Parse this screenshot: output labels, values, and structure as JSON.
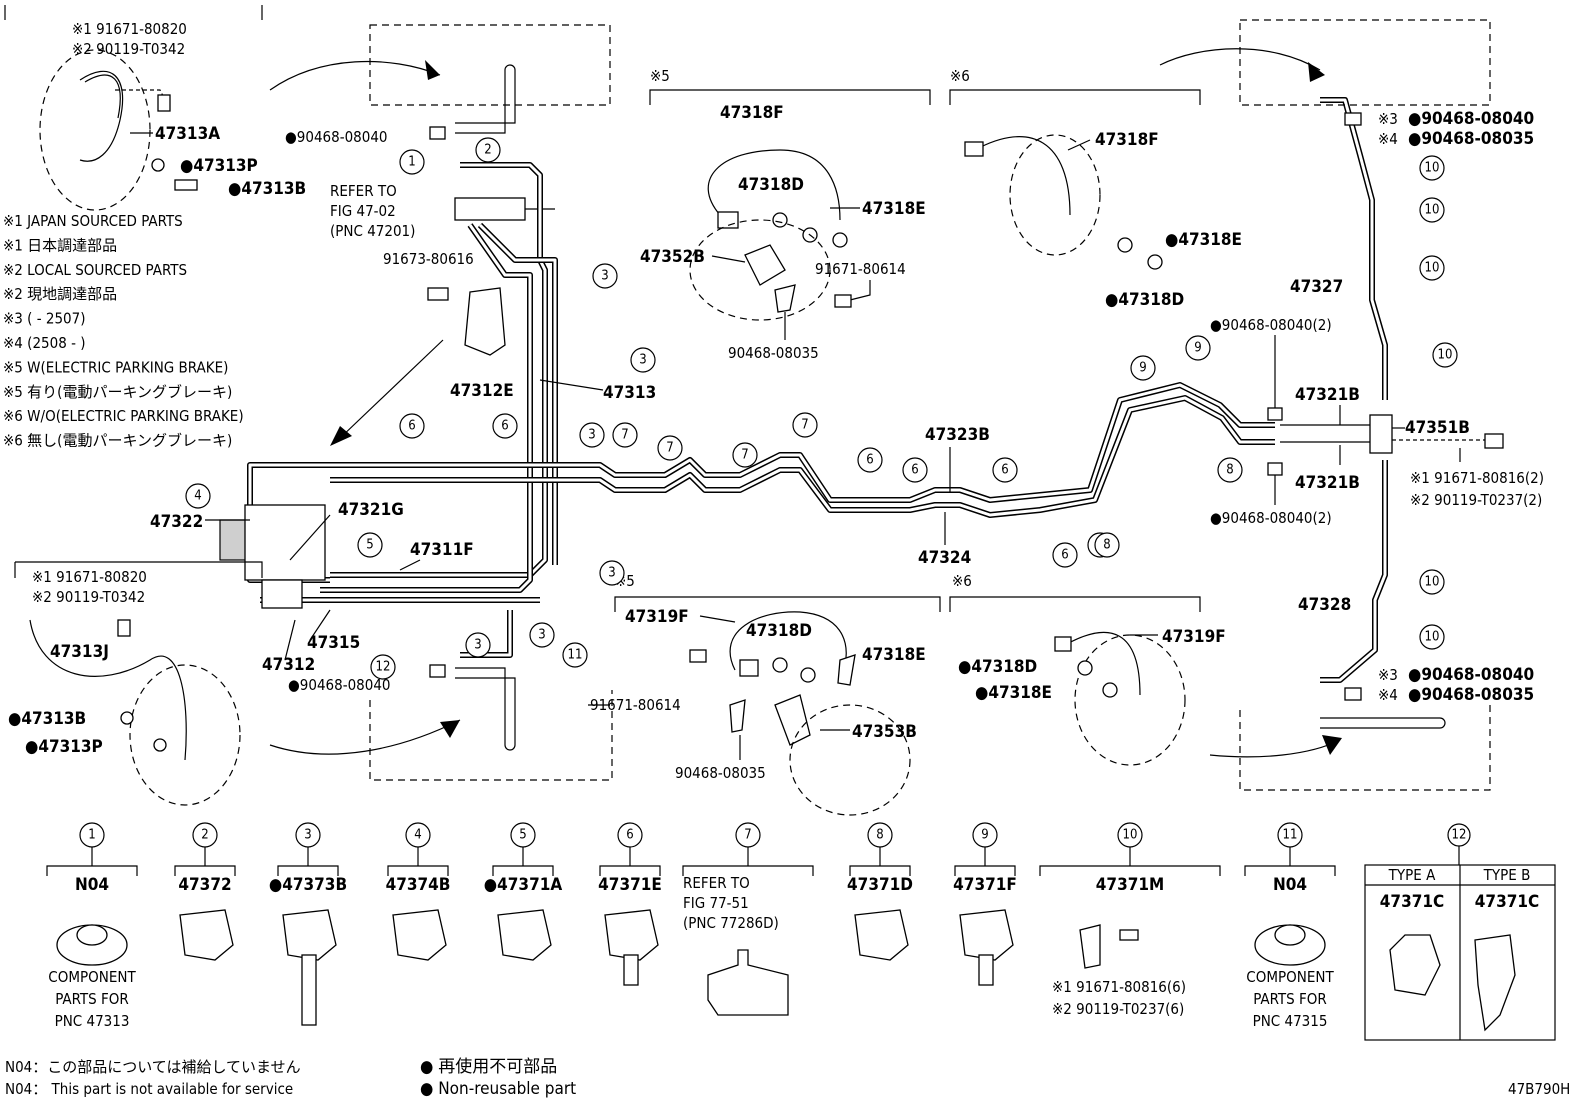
{
  "labels": {
    "pn_47313A": "47313A",
    "pn_47313P": "●47313P",
    "pn_47313B": "●47313B",
    "pn_47312E": "47312E",
    "pn_47313": "47313",
    "pn_47322": "47322",
    "pn_47321G": "47321G",
    "pn_47311F": "47311F",
    "pn_47315": "47315",
    "pn_47312": "47312",
    "pn_47313J": "47313J",
    "pn_47313B_b": "●47313B",
    "pn_47313P_b": "●47313P",
    "pn_47318F_a": "47318F",
    "pn_47318D_a": "47318D",
    "pn_47318E_a": "47318E",
    "pn_47352B": "47352B",
    "pn_47318F_b": "47318F",
    "pn_47318E_b": "●47318E",
    "pn_47318D_b": "●47318D",
    "pn_47323B": "47323B",
    "pn_47324": "47324",
    "pn_47319F_a": "47319F",
    "pn_47318D_c": "47318D",
    "pn_47318E_c": "47318E",
    "pn_47353B": "47353B",
    "pn_47319F_b": "47319F",
    "pn_47318D_d": "●47318D",
    "pn_47318E_d": "●47318E",
    "pn_47327": "47327",
    "pn_47321B_a": "47321B",
    "pn_47351B": "47351B",
    "pn_47321B_b": "47321B",
    "pn_47328": "47328",
    "bolt_91671_80616_2": "※1 91671-80816(2)",
    "bolt_90119_T0237_2": "※2 90119-T0237(2)",
    "clip_90468_08040_2a": "●90468-08040(2)",
    "clip_90468_08040_2b": "●90468-08040(2)",
    "tr_s3": "※3",
    "tr_v3": "●90468-08040",
    "tr_s4": "※4",
    "tr_v4": "●90468-08035",
    "br_s3": "※3",
    "br_v3": "●90468-08040",
    "br_s4": "※4",
    "br_v4": "●90468-08035",
    "tl_s1": "※1 91671-80820",
    "tl_s2": "※2 90119-T0342",
    "bl_s1": "※1 91671-80820",
    "bl_s2": "※2 90119-T0342",
    "clip_top": "●90468-08040",
    "clip_bot": "●90468-08040",
    "p_91673_80616": "91673-80616",
    "p_91671_80614_a": "91671-80614",
    "p_90468_08035_a": "90468-08035",
    "p_91671_80614_b": "91671-80614",
    "p_90468_08035_b": "90468-08035",
    "refer_1": "REFER TO",
    "refer_2": "FIG 47-02",
    "refer_3": "(PNC 47201)",
    "grp_5a": "※5",
    "grp_6a": "※6",
    "grp_5b": "※5",
    "grp_6b": "※6"
  },
  "legend": [
    "※1 JAPAN SOURCED PARTS",
    "※1 日本調達部品",
    "※2 LOCAL SOURCED PARTS",
    "※2 現地調達部品",
    "※3 (         - 2507)",
    "※4 (2508  -         )",
    "※5 W(ELECTRIC PARKING BRAKE)",
    "※5 有り(電動パーキングブレーキ)",
    "※6 W/O(ELECTRIC PARKING BRAKE)",
    "※6 無し(電動パーキングブレーキ)"
  ],
  "clamps": [
    {
      "num": "1",
      "part": "N04",
      "desc": [
        "COMPONENT",
        "PARTS FOR",
        "PNC 47313"
      ]
    },
    {
      "num": "2",
      "part": "47372",
      "desc": []
    },
    {
      "num": "3",
      "part": "●47373B",
      "desc": []
    },
    {
      "num": "4",
      "part": "47374B",
      "desc": []
    },
    {
      "num": "5",
      "part": "●47371A",
      "desc": []
    },
    {
      "num": "6",
      "part": "47371E",
      "desc": []
    },
    {
      "num": "7",
      "part": "",
      "desc": [
        "REFER TO",
        "FIG 77-51",
        "(PNC 77286D)"
      ]
    },
    {
      "num": "8",
      "part": "47371D",
      "desc": []
    },
    {
      "num": "9",
      "part": "47371F",
      "desc": []
    },
    {
      "num": "10",
      "part": "47371M",
      "desc": [
        "※1 91671-80816(6)",
        "※2 90119-T0237(6)"
      ]
    },
    {
      "num": "11",
      "part": "N04",
      "desc": [
        "COMPONENT",
        "PARTS FOR",
        "PNC 47315"
      ]
    }
  ],
  "clamp12": {
    "num": "12",
    "type_a": "TYPE A",
    "type_b": "TYPE B",
    "part_a": "47371C",
    "part_b": "47371C"
  },
  "footer": {
    "n04_jp": "N04：この部品については補給していません",
    "n04_en": "N04： This part is not available for service",
    "reuse_jp": "● 再使用不可部品",
    "reuse_en": "● Non-reusable part",
    "figure_code": "47B790H"
  },
  "callouts": [
    "1",
    "2",
    "3",
    "3",
    "3",
    "3",
    "3",
    "3",
    "4",
    "5",
    "6",
    "6",
    "6",
    "6",
    "6",
    "6",
    "6",
    "7",
    "7",
    "7",
    "7",
    "8",
    "8",
    "9",
    "9",
    "10",
    "10",
    "10",
    "10",
    "10",
    "10",
    "11",
    "12"
  ]
}
